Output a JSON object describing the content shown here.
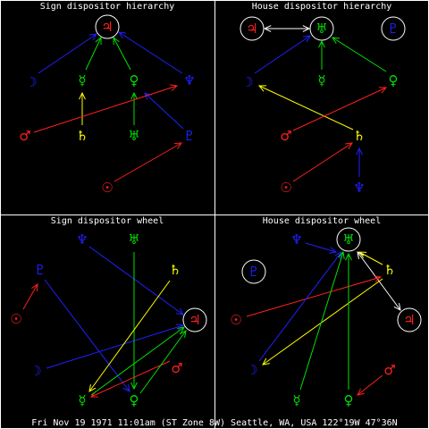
{
  "panels": [
    {
      "title": "Sign dispositor hierarchy"
    },
    {
      "title": "House dispositor hierarchy"
    },
    {
      "title": "Sign dispositor wheel"
    },
    {
      "title": "House dispositor wheel"
    }
  ],
  "footer": "Fri Nov 19 1971 11:01am (ST Zone 8W) Seattle, WA, USA 122°19W 47°36N",
  "glyphs": {
    "sun": "☉",
    "moon": "☽",
    "mercury": "☿",
    "venus": "♀",
    "mars": "♂",
    "jupiter": "♃",
    "saturn": "♄",
    "uranus": "♅",
    "neptune": "♆",
    "pluto": "♇"
  },
  "colors": {
    "fire": "#ff2020",
    "earth": "#ffff00",
    "air": "#00e000",
    "water": "#2020ff",
    "white": "#ffffff"
  }
}
